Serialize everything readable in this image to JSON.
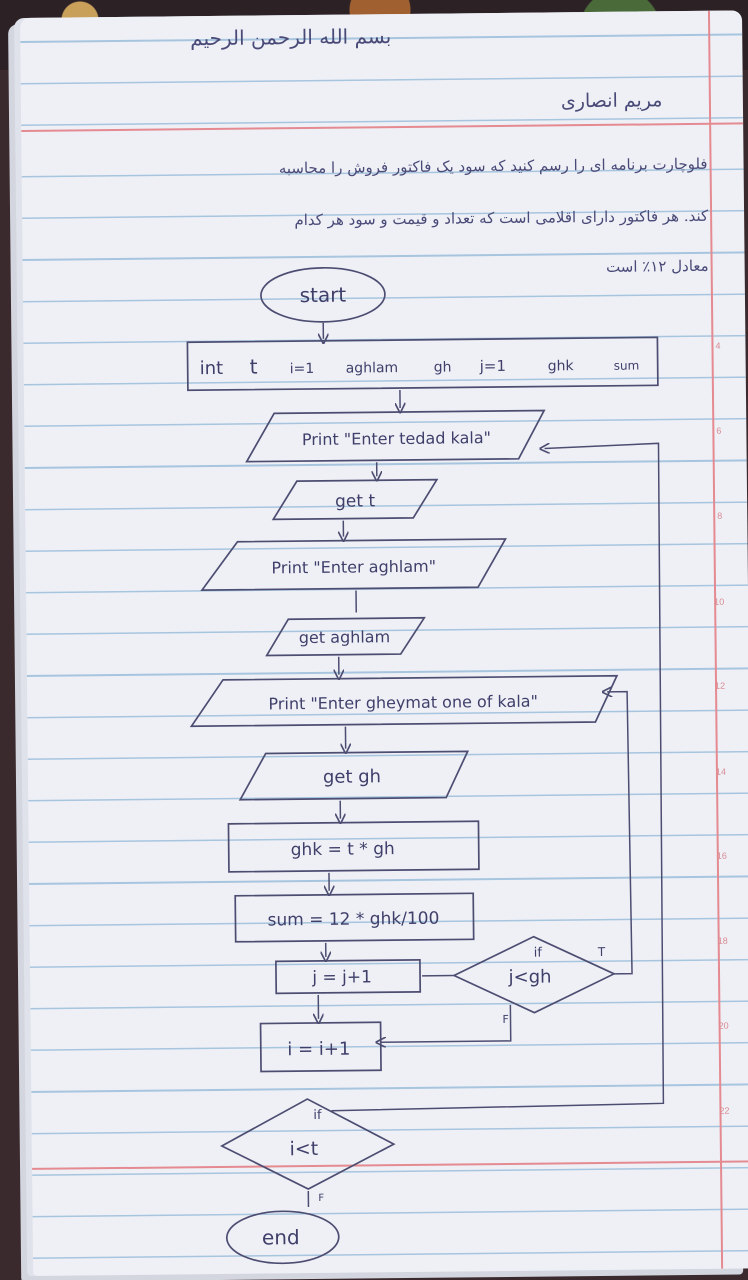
{
  "header": {
    "basmala": "بسم الله الرحمن الرحیم",
    "signature": "مریم انصاری",
    "stamp_line1": "",
    "stamp_line2": "",
    "stamp_line3": ""
  },
  "problem": {
    "line1": "فلوچارت برنامه ای را رسم کنید که سود یک فاکتور فروش را محاسبه",
    "line2": "کند. هر فاکتور دارای اقلامی است که تعداد و قیمت و سود هر کدام",
    "line3": "معادل ۱۲٪ است"
  },
  "flowchart": {
    "start": "start",
    "init": [
      "int",
      "t",
      "i=1",
      "aghlam",
      "gh",
      "j=1",
      "ghk",
      "sum"
    ],
    "print_tedad": "Print \"Enter tedad kala\"",
    "get_t": "get t",
    "print_aghlam": "Print \"Enter aghlam\"",
    "get_aghlam": "get aghlam",
    "print_gheymat": "Print \"Enter gheymat one of kala\"",
    "get_gh": "get gh",
    "calc_ghk": "ghk = t * gh",
    "calc_sum": "sum = 12 * ghk/100",
    "inc_j": "j = j+1",
    "cond_j_if": "if",
    "cond_j": "j<gh",
    "true_label": "T",
    "false_label": "F",
    "inc_i": "i = i+1",
    "cond_i_if": "if",
    "cond_i": "i<t",
    "end": "end"
  },
  "page_numbers": [
    "4",
    "6",
    "8",
    "10",
    "12",
    "14",
    "16",
    "18",
    "20",
    "22"
  ]
}
